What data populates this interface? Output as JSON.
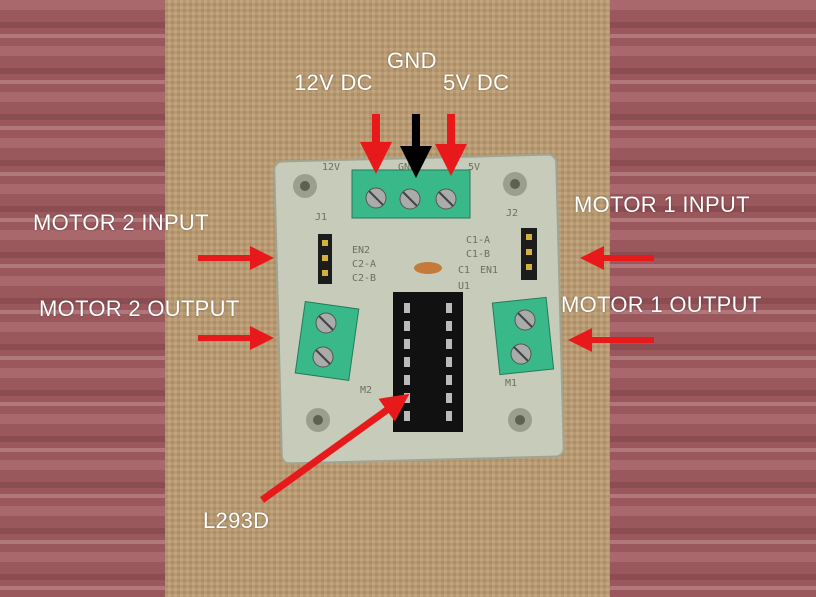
{
  "photo": {
    "subject": "L293D motor driver board",
    "board_silkscreen": {
      "header_12v": "12V",
      "header_gnd": "GND",
      "header_5v": "5V",
      "j1": "J1",
      "j2": "J2",
      "en2": "EN2",
      "c2a": "C2-A",
      "c2b": "C2-B",
      "c1a": "C1-A",
      "c1b": "C1-B",
      "en1": "EN1",
      "c1": "C1",
      "u1": "U1",
      "m1": "M1",
      "m2": "M2"
    },
    "colors": {
      "arrow_red": "#e8191b",
      "arrow_black": "#000000",
      "pcb": "#c6ccb9",
      "terminal": "#39b88a",
      "fabric": "#9b5a5e",
      "burlap": "#b89a72"
    }
  },
  "labels": {
    "power_12v": "12V DC",
    "power_gnd": "GND",
    "power_5v": "5V DC",
    "motor2_input": "MOTOR 2 INPUT",
    "motor1_input": "MOTOR 1 INPUT",
    "motor2_output": "MOTOR 2 OUTPUT",
    "motor1_output": "MOTOR 1 OUTPUT",
    "chip": "L293D"
  }
}
